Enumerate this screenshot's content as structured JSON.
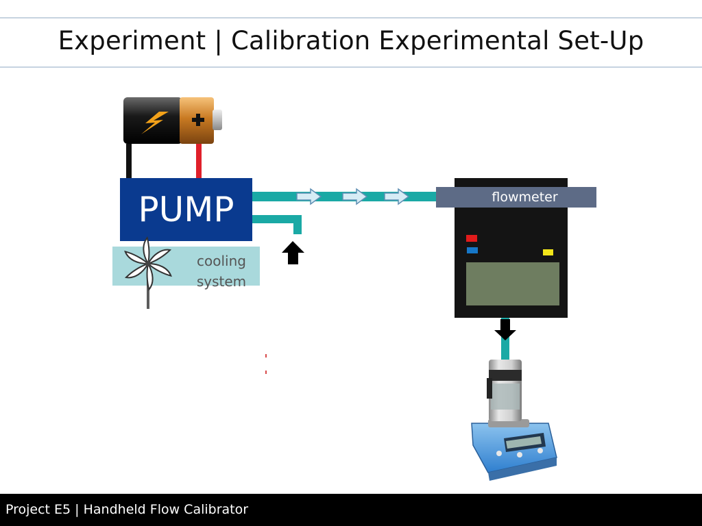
{
  "slide": {
    "title": "Experiment | Calibration Experimental Set-Up",
    "footer": "Project E5 | Handheld Flow Calibrator"
  },
  "diagram": {
    "pump_label": "PUMP",
    "cooling_label": "cooling\nsystem",
    "flowmeter_label": "flowmeter"
  },
  "colors": {
    "pump": "#0a3a8f",
    "tube": "#1aa9a5",
    "flowmeter_band": "#5d6b86",
    "flowmeter_body": "#141414",
    "display": "#6e7d60",
    "cooling_panel": "#a9d9dc",
    "led_red": "#e11b1b",
    "led_blue": "#1677c8",
    "led_yellow": "#f2e51a",
    "wire_red": "#e0202a",
    "wire_black": "#111111"
  },
  "icons": [
    "battery-icon",
    "lightning-icon",
    "plus-icon",
    "fan-icon",
    "flow-arrow-icon",
    "black-arrow-icon",
    "scale-icon"
  ]
}
